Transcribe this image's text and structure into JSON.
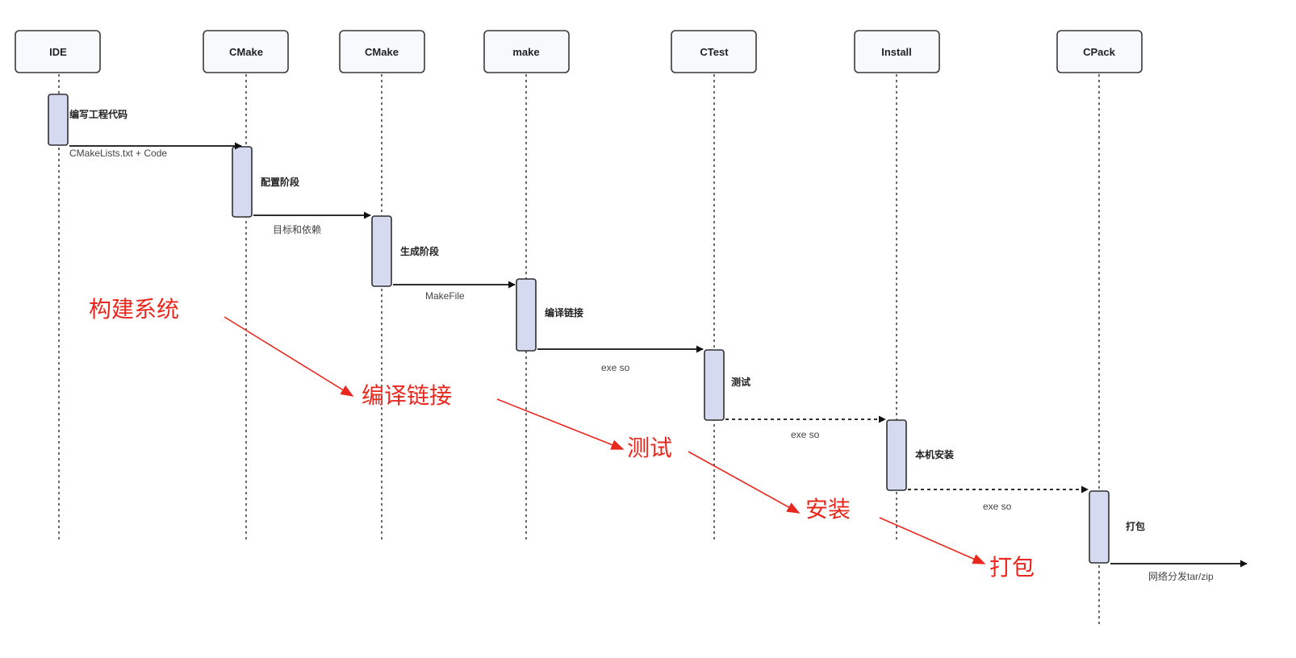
{
  "participants": [
    {
      "id": "ide",
      "label": "IDE"
    },
    {
      "id": "cmake1",
      "label": "CMake"
    },
    {
      "id": "cmake2",
      "label": "CMake"
    },
    {
      "id": "make",
      "label": "make"
    },
    {
      "id": "ctest",
      "label": "CTest"
    },
    {
      "id": "install",
      "label": "Install"
    },
    {
      "id": "cpack",
      "label": "CPack"
    }
  ],
  "activations": [
    {
      "label": "编写工程代码"
    },
    {
      "label": "配置阶段"
    },
    {
      "label": "生成阶段"
    },
    {
      "label": "编译链接"
    },
    {
      "label": "测试"
    },
    {
      "label": "本机安装"
    },
    {
      "label": "打包"
    }
  ],
  "messages": [
    {
      "label": "CMakeLists.txt + Code",
      "style": "solid"
    },
    {
      "label": "目标和依赖",
      "style": "solid"
    },
    {
      "label": "MakeFile",
      "style": "solid"
    },
    {
      "label": "exe so",
      "style": "solid"
    },
    {
      "label": "exe so",
      "style": "dashed"
    },
    {
      "label": "exe so",
      "style": "dashed"
    },
    {
      "label": "网络分发tar/zip",
      "style": "solid"
    }
  ],
  "annotations": [
    {
      "label": "构建系统"
    },
    {
      "label": "编译链接"
    },
    {
      "label": "测试"
    },
    {
      "label": "安装"
    },
    {
      "label": "打包"
    }
  ],
  "colors": {
    "annotation": "#e8281e",
    "activation_fill": "#d6daf0",
    "line": "#111111"
  }
}
